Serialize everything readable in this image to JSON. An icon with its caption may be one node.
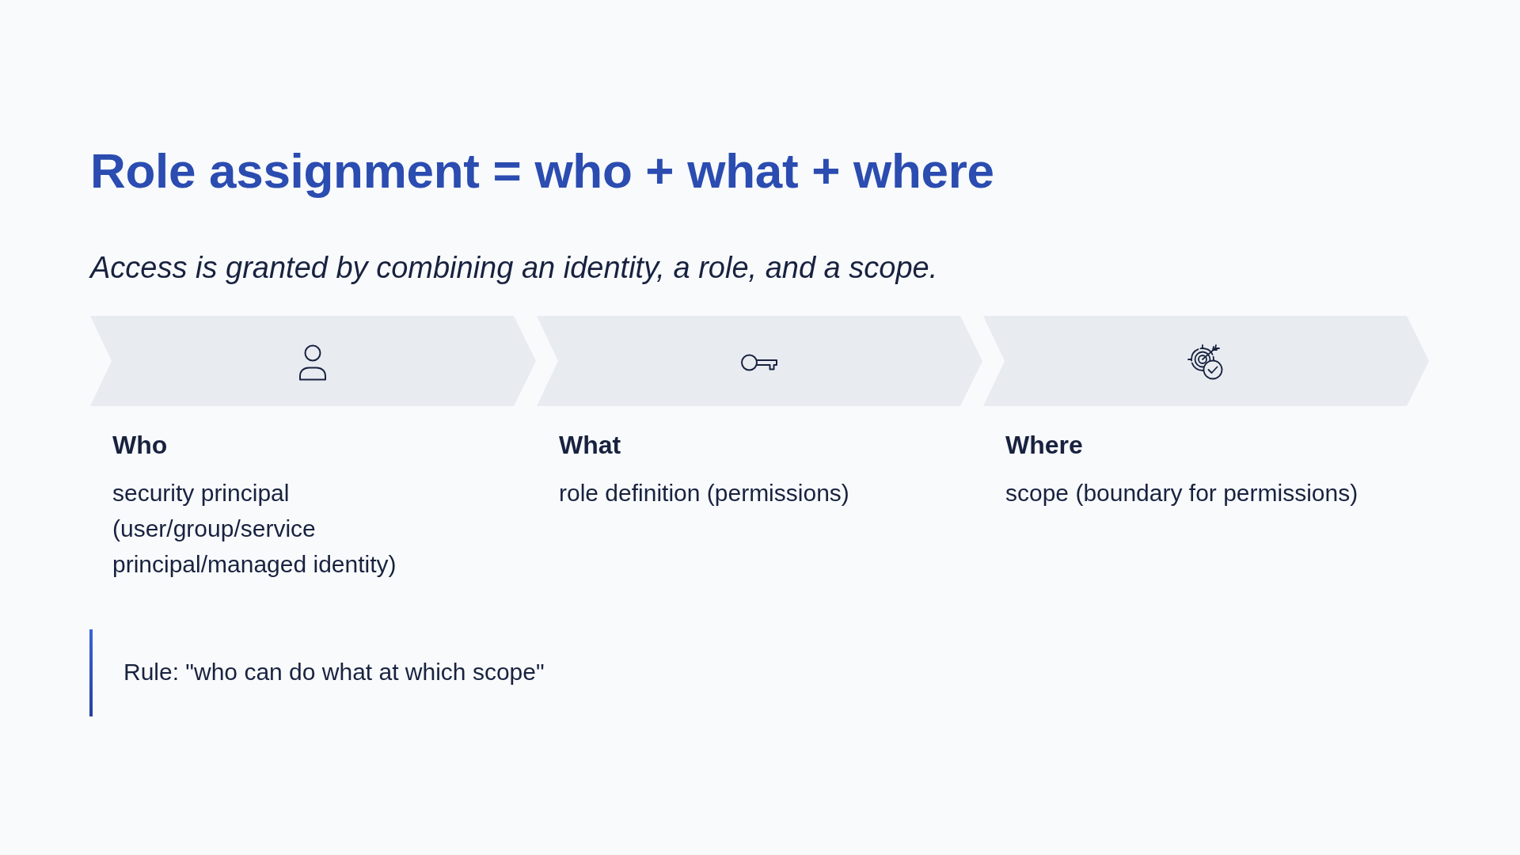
{
  "diagram": {
    "title": "Role assignment = who + what + where",
    "nodes": [
      {
        "text": [
          "Who",
          "security principal (user/group/service principal/managed identity)"
        ]
      },
      {
        "text": [
          "What",
          "role definition (permissions)"
        ]
      },
      {
        "text": [
          "Where",
          "scope (boundary for permissions)"
        ]
      }
    ],
    "labels": [
      "Access is granted by combining an identity, a role, and a scope.",
      "Rule: \"who can do what at which scope\""
    ]
  }
}
